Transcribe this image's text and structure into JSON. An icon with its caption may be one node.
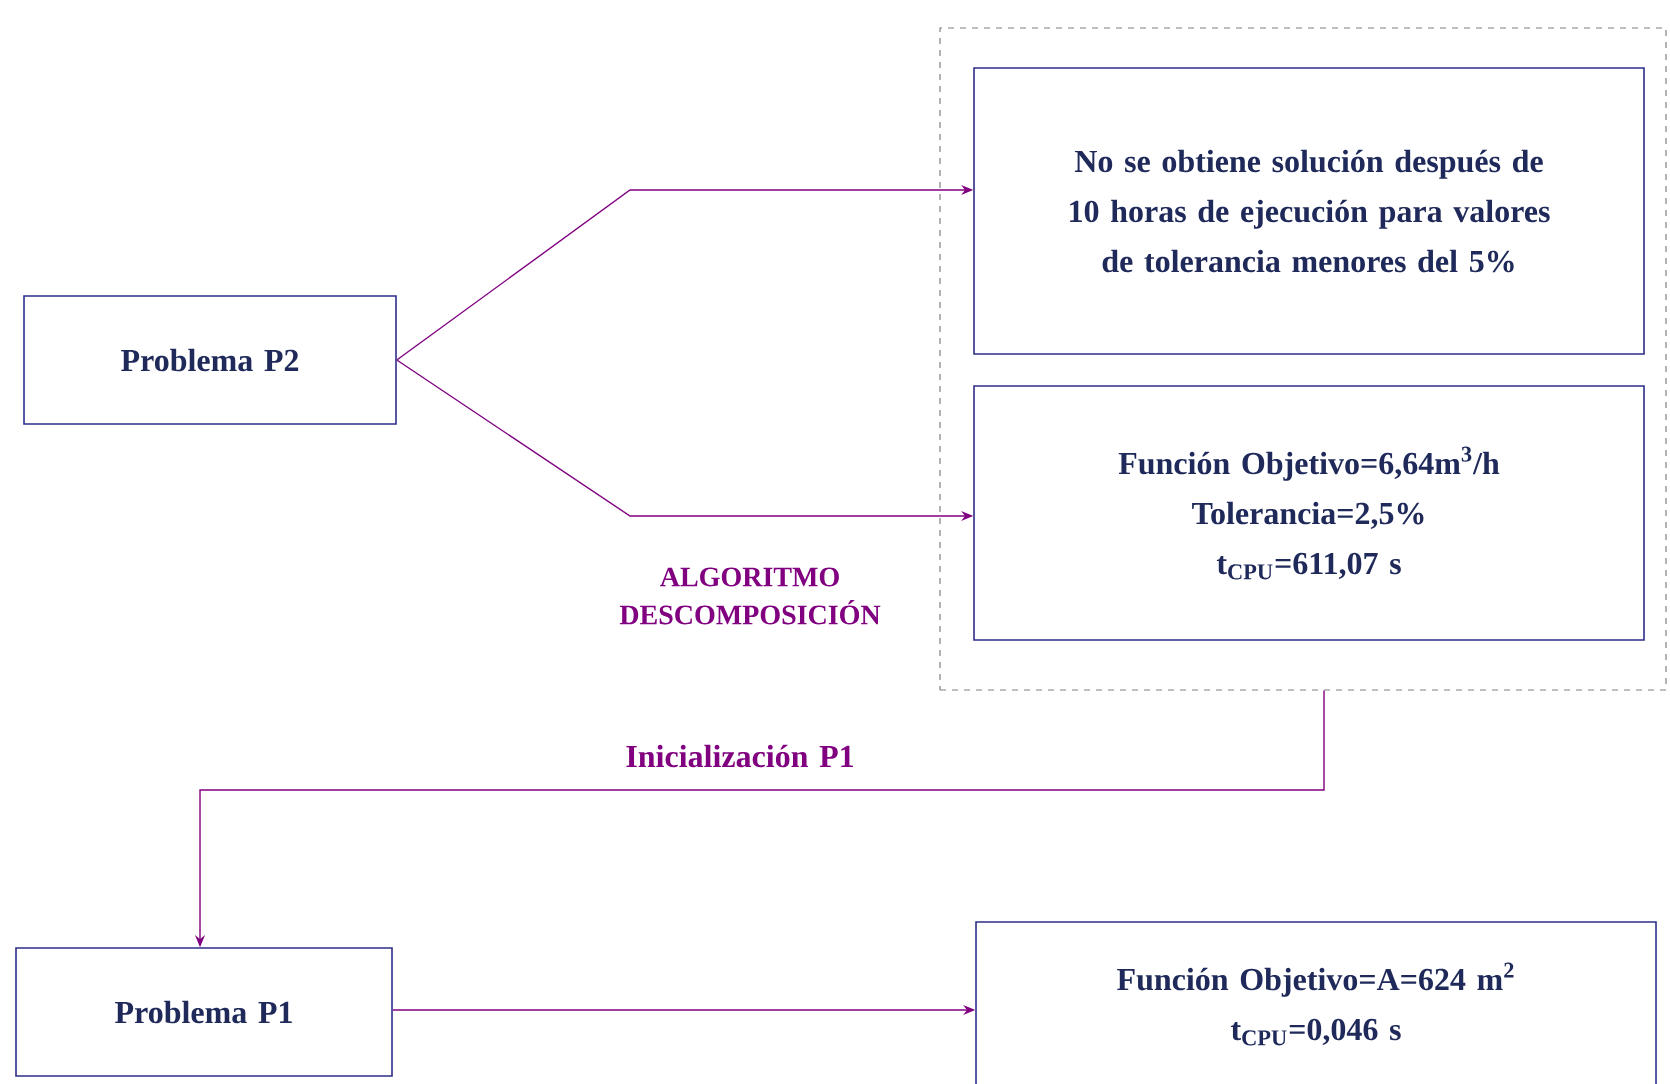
{
  "diagram": {
    "nodes": [
      {
        "text": [
          "Problema P2"
        ]
      },
      {
        "text": [],
        "shape": "box"
      },
      {
        "text": [
          "No se obtiene solución después de 10 horas de ejecución para valores de tolerancia menores del 5%"
        ],
        "in": 1
      },
      {
        "text": [
          "Función Objetivo=6,64m$^{3}$/h",
          "Tolerancia=2,5%",
          "t$_{CPU}$=611,07 s"
        ],
        "in": 1
      },
      {
        "text": [
          "Problema P1"
        ]
      },
      {
        "text": [
          "Función Objetivo=A=624 m$^{2}$",
          "t$_{CPU}$=0,046 s"
        ]
      }
    ],
    "edges": [
      {
        "from": 0,
        "to": 2,
        "arrow": "to"
      },
      {
        "from": 0,
        "to": 3,
        "arrow": "to",
        "label": "ALGORITMO DESCOMPOSICIÓN"
      },
      {
        "from": 1,
        "to": 4,
        "arrow": "to",
        "label": "Inicialización P1"
      },
      {
        "from": 4,
        "to": 5,
        "arrow": "to"
      }
    ]
  }
}
